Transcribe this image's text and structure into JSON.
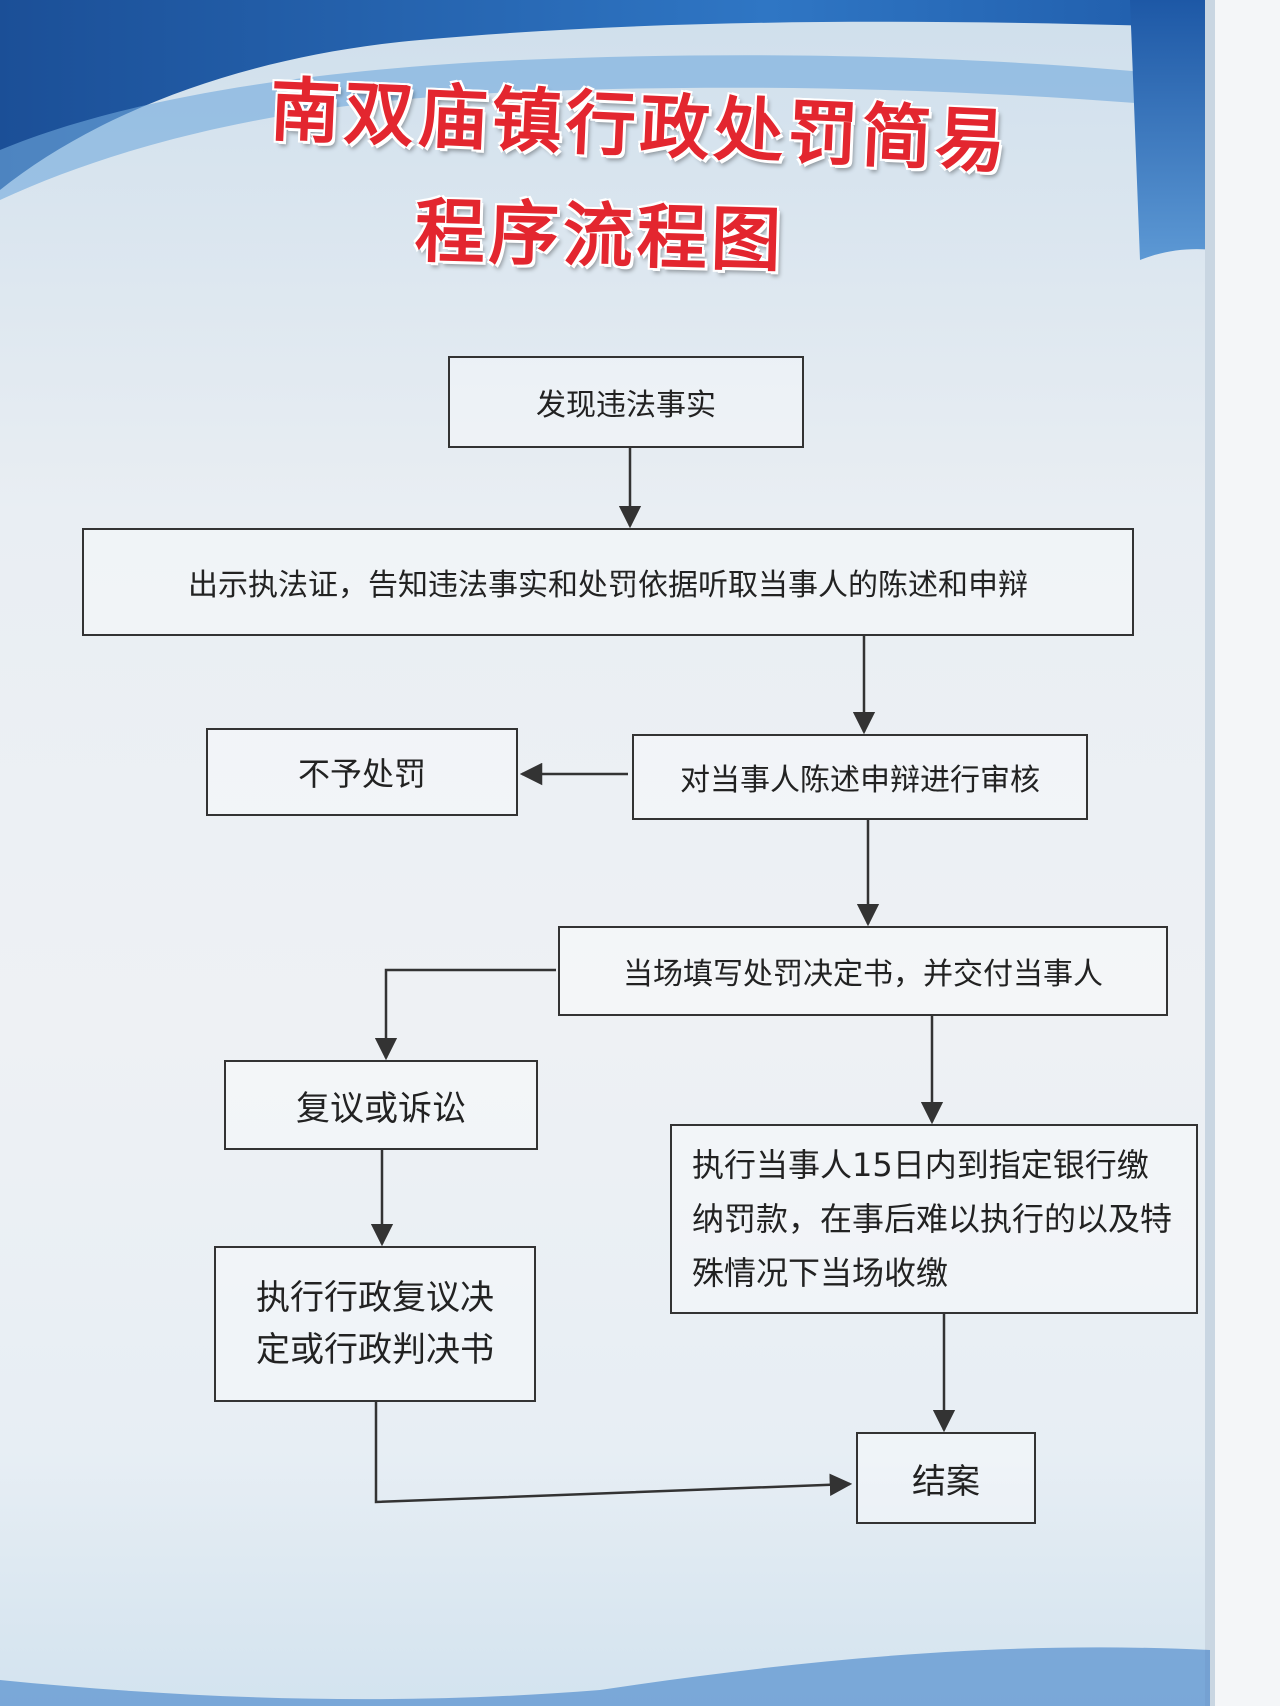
{
  "title": {
    "line1": "南双庙镇行政处罚简易",
    "line2": "程序流程图"
  },
  "nodes": {
    "discover": "发现违法事实",
    "notify": "出示执法证，告知违法事实和处罚依据听取当事人的陈述和申辩",
    "review": "对当事人陈述申辩进行审核",
    "no_penalty": "不予处罚",
    "decision": "当场填写处罚决定书，并交付当事人",
    "appeal": "复议或诉讼",
    "execute_payment": "执行当事人15日内到指定银行缴纳罚款，在事后难以执行的以及特殊情况下当场收缴",
    "execute_review": "执行行政复议决定或行政判决书",
    "close": "结案"
  },
  "colors": {
    "title": "#e3262f",
    "banner_blue": "#1f5fae",
    "line": "#333333"
  }
}
